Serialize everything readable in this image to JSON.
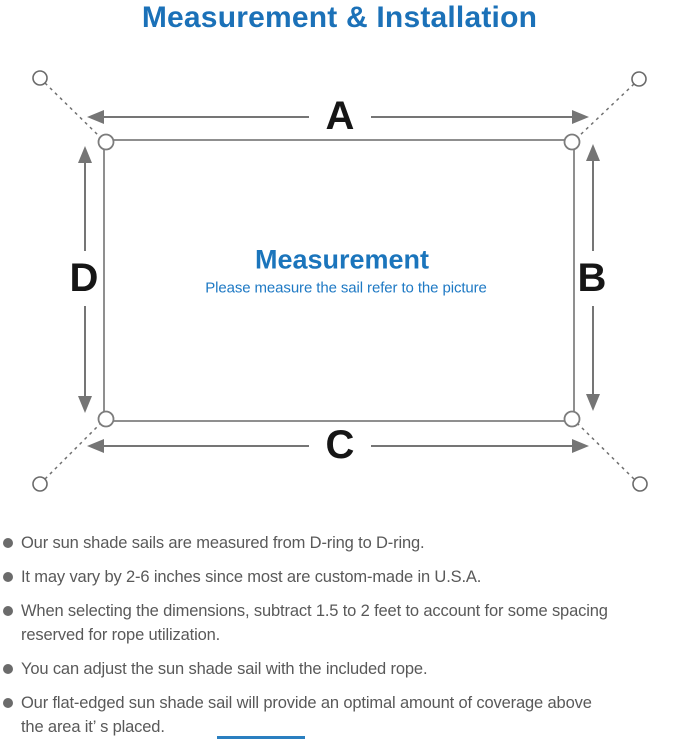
{
  "header": {
    "title": "Measurement & Installation"
  },
  "diagram": {
    "dimension_labels": {
      "top": "A",
      "right": "B",
      "bottom": "C",
      "left": "D"
    },
    "center": {
      "heading": "Measurement",
      "subheading": "Please measure the sail refer to the picture"
    }
  },
  "colors": {
    "title_blue": "#1b71b8",
    "center_heading_blue": "#1b75bc",
    "center_subheading_blue": "#1e79c4",
    "arrow_gray": "#757575",
    "sail_outline_gray": "#8f8f8f",
    "bullet_text_gray": "#595959",
    "dimension_label_black": "#161616"
  },
  "bullets": [
    {
      "lines": [
        "Our sun shade sails are measured from D-ring to D-ring."
      ]
    },
    {
      "lines": [
        "It may vary by 2-6 inches since most are custom-made in U.S.A."
      ]
    },
    {
      "lines": [
        "When selecting the dimensions, subtract 1.5 to 2 feet to account for some spacing",
        "reserved for rope utilization."
      ]
    },
    {
      "lines": [
        "You can adjust the sun shade sail with the included rope."
      ]
    },
    {
      "lines": [
        "Our flat-edged sun shade sail will provide an optimal amount of coverage above",
        "the area it’ s placed."
      ]
    }
  ]
}
